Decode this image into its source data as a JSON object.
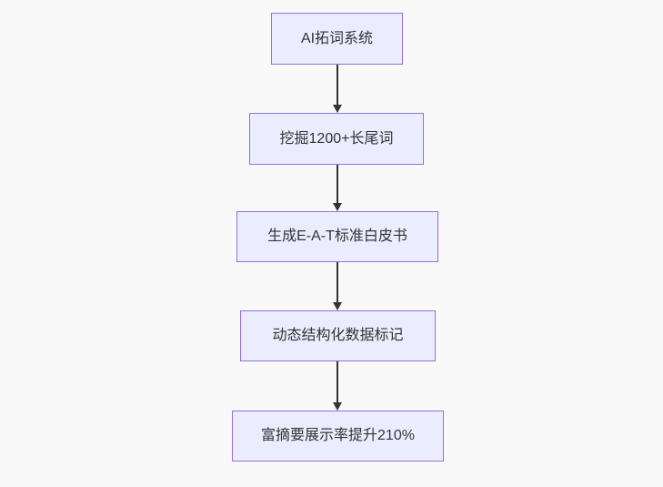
{
  "diagram": {
    "type": "flowchart",
    "orientation": "top-down",
    "nodes": [
      {
        "id": "A",
        "label": "AI拓词系统"
      },
      {
        "id": "B",
        "label": "挖掘1200+长尾词"
      },
      {
        "id": "C",
        "label": "生成E-A-T标准白皮书"
      },
      {
        "id": "D",
        "label": "动态结构化数据标记"
      },
      {
        "id": "E",
        "label": "富摘要展示率提升210%"
      }
    ],
    "connections": [
      {
        "from": "A",
        "to": "B"
      },
      {
        "from": "B",
        "to": "C"
      },
      {
        "from": "C",
        "to": "D"
      },
      {
        "from": "D",
        "to": "E"
      }
    ],
    "colors": {
      "node_fill": "#ececff",
      "node_border": "#9370db",
      "node_text": "#333333",
      "arrow": "#333333",
      "background": "#f9f9f9"
    }
  }
}
